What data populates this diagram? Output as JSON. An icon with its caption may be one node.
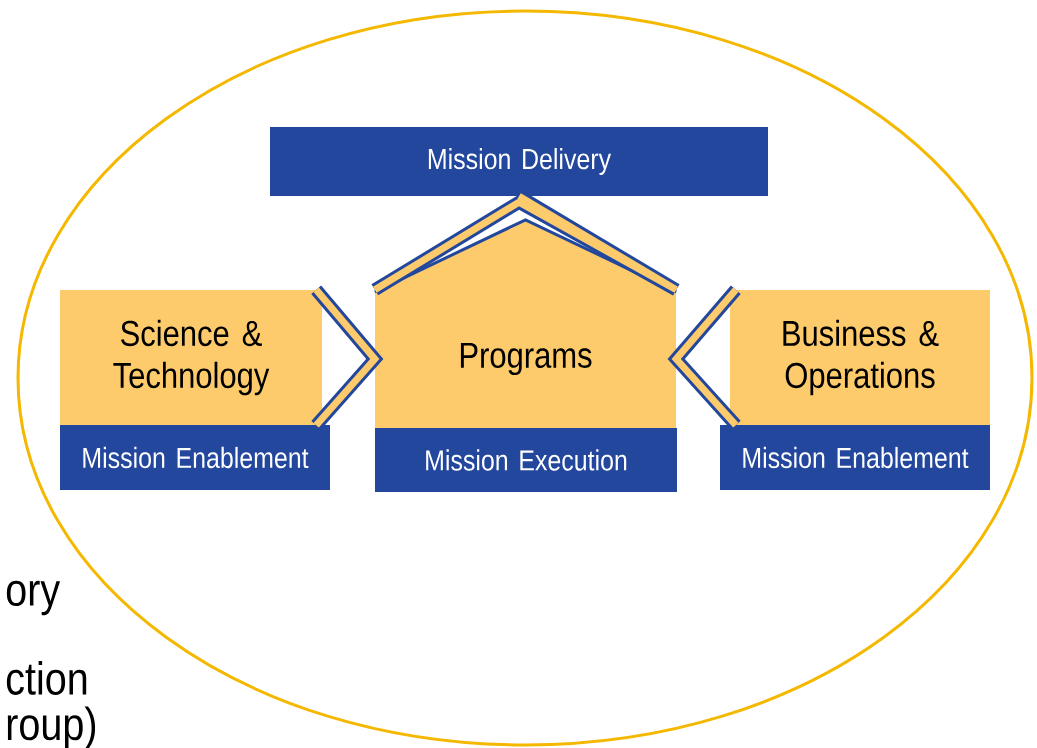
{
  "diagram": {
    "nodes": [
      {
        "text": [
          "Mission Delivery"
        ]
      },
      {
        "text": [
          "Science & Technology"
        ]
      },
      {
        "text": [
          "Mission Enablement"
        ]
      },
      {
        "text": [
          "Programs"
        ]
      },
      {
        "text": [
          "Mission Execution"
        ]
      },
      {
        "text": [
          "Business & Operations"
        ]
      },
      {
        "text": [
          "Mission Enablement"
        ]
      }
    ],
    "edges": [
      {
        "from": 1,
        "to": 3,
        "arrow": "none"
      },
      {
        "from": 5,
        "to": 3,
        "arrow": "none"
      },
      {
        "from": 3,
        "to": 0,
        "arrow": "none"
      }
    ],
    "labels": [
      "ory",
      "ction",
      "roup)"
    ]
  }
}
